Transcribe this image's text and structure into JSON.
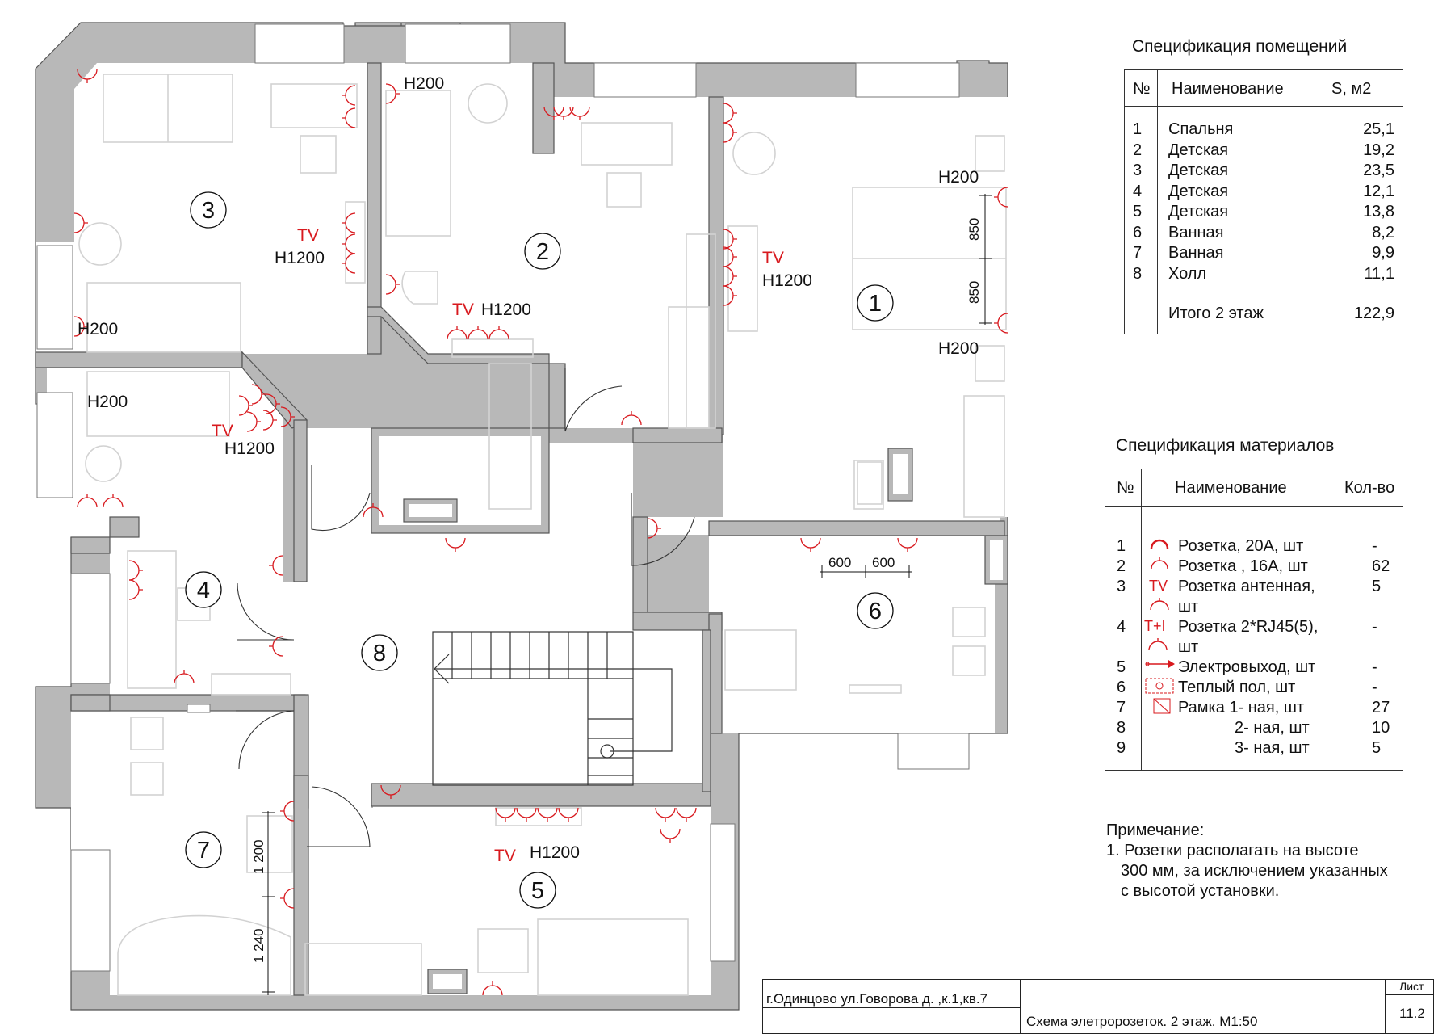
{
  "colors": {
    "wall": "#b8b8b8",
    "socket": "#d8191e",
    "line": "#111111"
  },
  "rooms": [
    {
      "no": "1"
    },
    {
      "no": "2"
    },
    {
      "no": "3"
    },
    {
      "no": "4"
    },
    {
      "no": "5"
    },
    {
      "no": "6"
    },
    {
      "no": "7"
    },
    {
      "no": "8"
    }
  ],
  "plan_labels": {
    "h200": "H200",
    "h1200": "H1200",
    "tv": "TV",
    "dim_850": "850",
    "dim_600": "600",
    "dim_1200": "1 200",
    "dim_1240": "1 240"
  },
  "rooms_spec": {
    "title": "Спецификация помещений",
    "headers": [
      "№",
      "Наименование",
      "S, м2"
    ],
    "rows": [
      {
        "no": "1",
        "name": "Спальня",
        "area": "25,1"
      },
      {
        "no": "2",
        "name": "Детская",
        "area": "19,2"
      },
      {
        "no": "3",
        "name": "Детская",
        "area": "23,5"
      },
      {
        "no": "4",
        "name": "Детская",
        "area": "12,1"
      },
      {
        "no": "5",
        "name": "Детская",
        "area": "13,8"
      },
      {
        "no": "6",
        "name": "Ванная",
        "area": "8,2"
      },
      {
        "no": "7",
        "name": "Ванная",
        "area": "9,9"
      },
      {
        "no": "8",
        "name": "Холл",
        "area": "11,1"
      }
    ],
    "total_label": "Итого 2 этаж",
    "total_value": "122,9"
  },
  "materials_spec": {
    "title": "Спецификация материалов",
    "headers": [
      "№",
      "Наименование",
      "Кол-во"
    ],
    "rows": [
      {
        "no": "1",
        "name": "Розетка, 20А, шт",
        "qty": "-"
      },
      {
        "no": "2",
        "name": "Розетка , 16А, шт",
        "qty": "62"
      },
      {
        "no": "3",
        "name": "Розетка антенная,",
        "name2": "шт",
        "qty": "5",
        "icon_text": "TV"
      },
      {
        "no": "4",
        "name": "Розетка 2*RJ45(5),",
        "name2": "шт",
        "qty": "-",
        "icon_text": "T+I"
      },
      {
        "no": "5",
        "name": "Электровыход, шт",
        "qty": "-"
      },
      {
        "no": "6",
        "name": "Теплый пол, шт",
        "qty": "-"
      },
      {
        "no": "7",
        "name": "Рамка 1- ная, шт",
        "qty": "27"
      },
      {
        "no": "8",
        "name": "2- ная, шт",
        "qty": "10"
      },
      {
        "no": "9",
        "name": "3- ная, шт",
        "qty": "5"
      }
    ]
  },
  "note": {
    "title": "Примечание:",
    "lines": [
      "1. Розетки располагать на высоте",
      "300 мм, за исключением указанных",
      "с высотой установки."
    ]
  },
  "stamp": {
    "address": "г.Одинцово ул.Говорова д.     ,к.1,кв.7",
    "sheet_title": "Схема элетророзеток. 2 этаж. М1:50",
    "sheet_label": "Лист",
    "sheet_no": "11.2"
  }
}
